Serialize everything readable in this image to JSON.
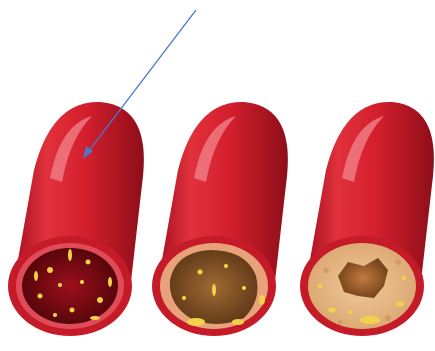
{
  "illustration": {
    "vessels": [
      {
        "stage": "healthy",
        "icon": "artery-healthy-icon"
      },
      {
        "stage": "moderate-plaque",
        "icon": "artery-partial-plaque-icon"
      },
      {
        "stage": "severe-plaque",
        "icon": "artery-blocked-icon"
      }
    ],
    "colors": {
      "vessel_red": "#d4202f",
      "vessel_dark": "#8f0f1a",
      "highlight": "#ef6a74",
      "fat_yellow": "#f2d24a",
      "plaque_brown": "#8a5a2b",
      "plaque_tan": "#e7b98a",
      "pointer_blue": "#4a78c8"
    }
  }
}
